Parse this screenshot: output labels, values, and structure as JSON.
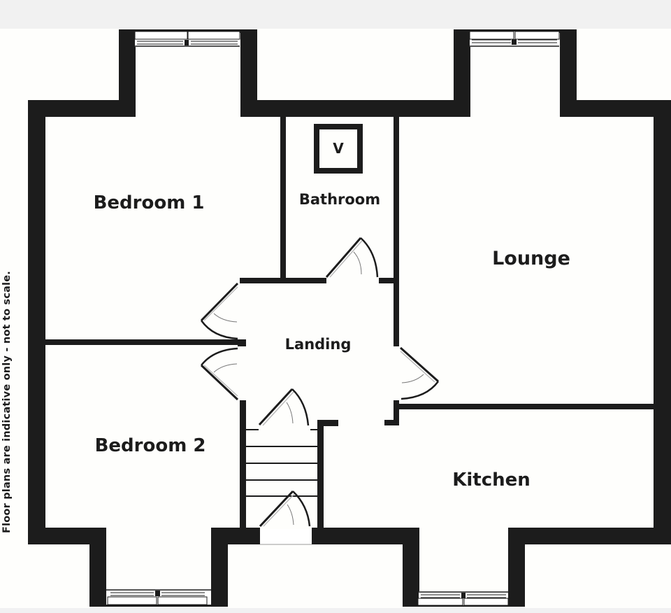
{
  "plan": {
    "disclaimer": "Floor plans are indicative only - not to scale.",
    "wall_color": "#1c1c1c",
    "background_color": "#fefefc",
    "rooms": {
      "bedroom1": {
        "label": "Bedroom 1"
      },
      "bathroom": {
        "label": "Bathroom",
        "vent_symbol": "V"
      },
      "lounge": {
        "label": "Lounge"
      },
      "landing": {
        "label": "Landing"
      },
      "bedroom2": {
        "label": "Bedroom 2"
      },
      "kitchen": {
        "label": "Kitchen"
      }
    }
  }
}
